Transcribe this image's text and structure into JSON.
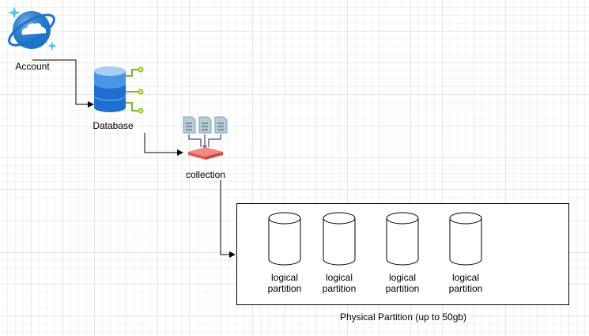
{
  "nodes": {
    "account": {
      "label": "Account",
      "icon": "cosmos-db-icon"
    },
    "database": {
      "label": "Database",
      "icon": "database-stack-icon"
    },
    "collection": {
      "label": "collection",
      "icon": "collection-docs-icon"
    },
    "physical_partition": {
      "label": "Physical Partition (up to 50gb)",
      "logical_partitions": [
        {
          "line1": "logical",
          "line2": "partition"
        },
        {
          "line1": "logical",
          "line2": "partition"
        },
        {
          "line1": "logical",
          "line2": "partition"
        },
        {
          "line1": "logical",
          "line2": "partition"
        }
      ]
    }
  },
  "colors": {
    "cosmos_blue": "#1e73c8",
    "cosmos_sparkle": "#50c8f0",
    "db_blue": "#1f6fd1",
    "db_light": "#4a95e8",
    "connector_green": "#7ab52f",
    "collection_red": "#e8584f",
    "doc_teal": "#7fa3b5"
  }
}
